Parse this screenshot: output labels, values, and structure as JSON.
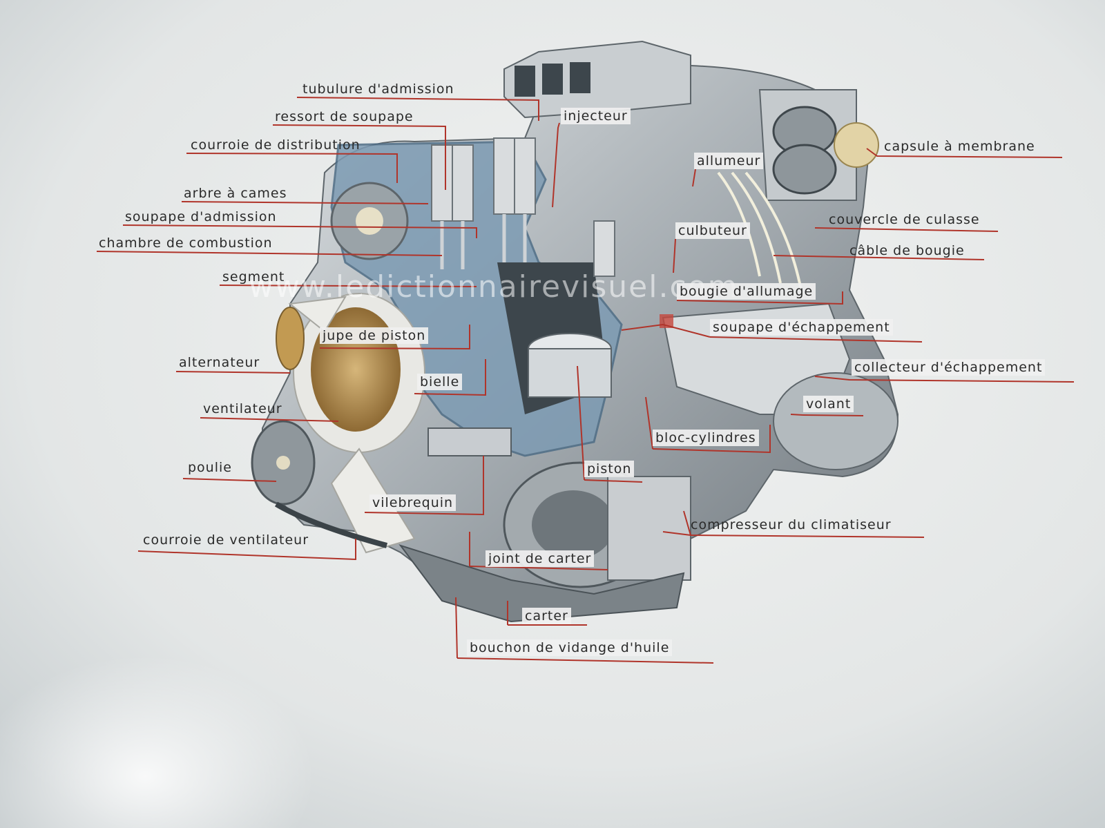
{
  "watermark": "www.ledictionnairevisuel.com",
  "labels": {
    "tubulure_admission": "tubulure d'admission",
    "ressort_soupape": "ressort de soupape",
    "injecteur": "injecteur",
    "courroie_distribution": "courroie de distribution",
    "capsule_membrane": "capsule à membrane",
    "allumeur": "allumeur",
    "arbre_cames": "arbre à cames",
    "soupape_admission": "soupape d'admission",
    "couvercle_culasse": "couvercle de culasse",
    "chambre_combustion": "chambre de combustion",
    "culbuteur": "culbuteur",
    "cable_bougie": "câble de bougie",
    "segment": "segment",
    "bougie_allumage": "bougie d'allumage",
    "soupape_echappement": "soupape d'échappement",
    "jupe_piston": "jupe de piston",
    "alternateur": "alternateur",
    "collecteur_echappement": "collecteur d'échappement",
    "bielle": "bielle",
    "volant": "volant",
    "ventilateur": "ventilateur",
    "bloc_cylindres": "bloc-cylindres",
    "poulie": "poulie",
    "piston": "piston",
    "vilebrequin": "vilebrequin",
    "compresseur_climatiseur": "compresseur du climatiseur",
    "courroie_ventilateur": "courroie de ventilateur",
    "joint_carter": "joint de carter",
    "carter": "carter",
    "bouchon_vidange": "bouchon de vidange d'huile"
  },
  "colors": {
    "leader_line": "#b0342a",
    "paper": "#e9ebea",
    "engine_metal": "#9aa3a8",
    "engine_cut": "#6a93b3",
    "fan_gold": "#b48a4a"
  }
}
